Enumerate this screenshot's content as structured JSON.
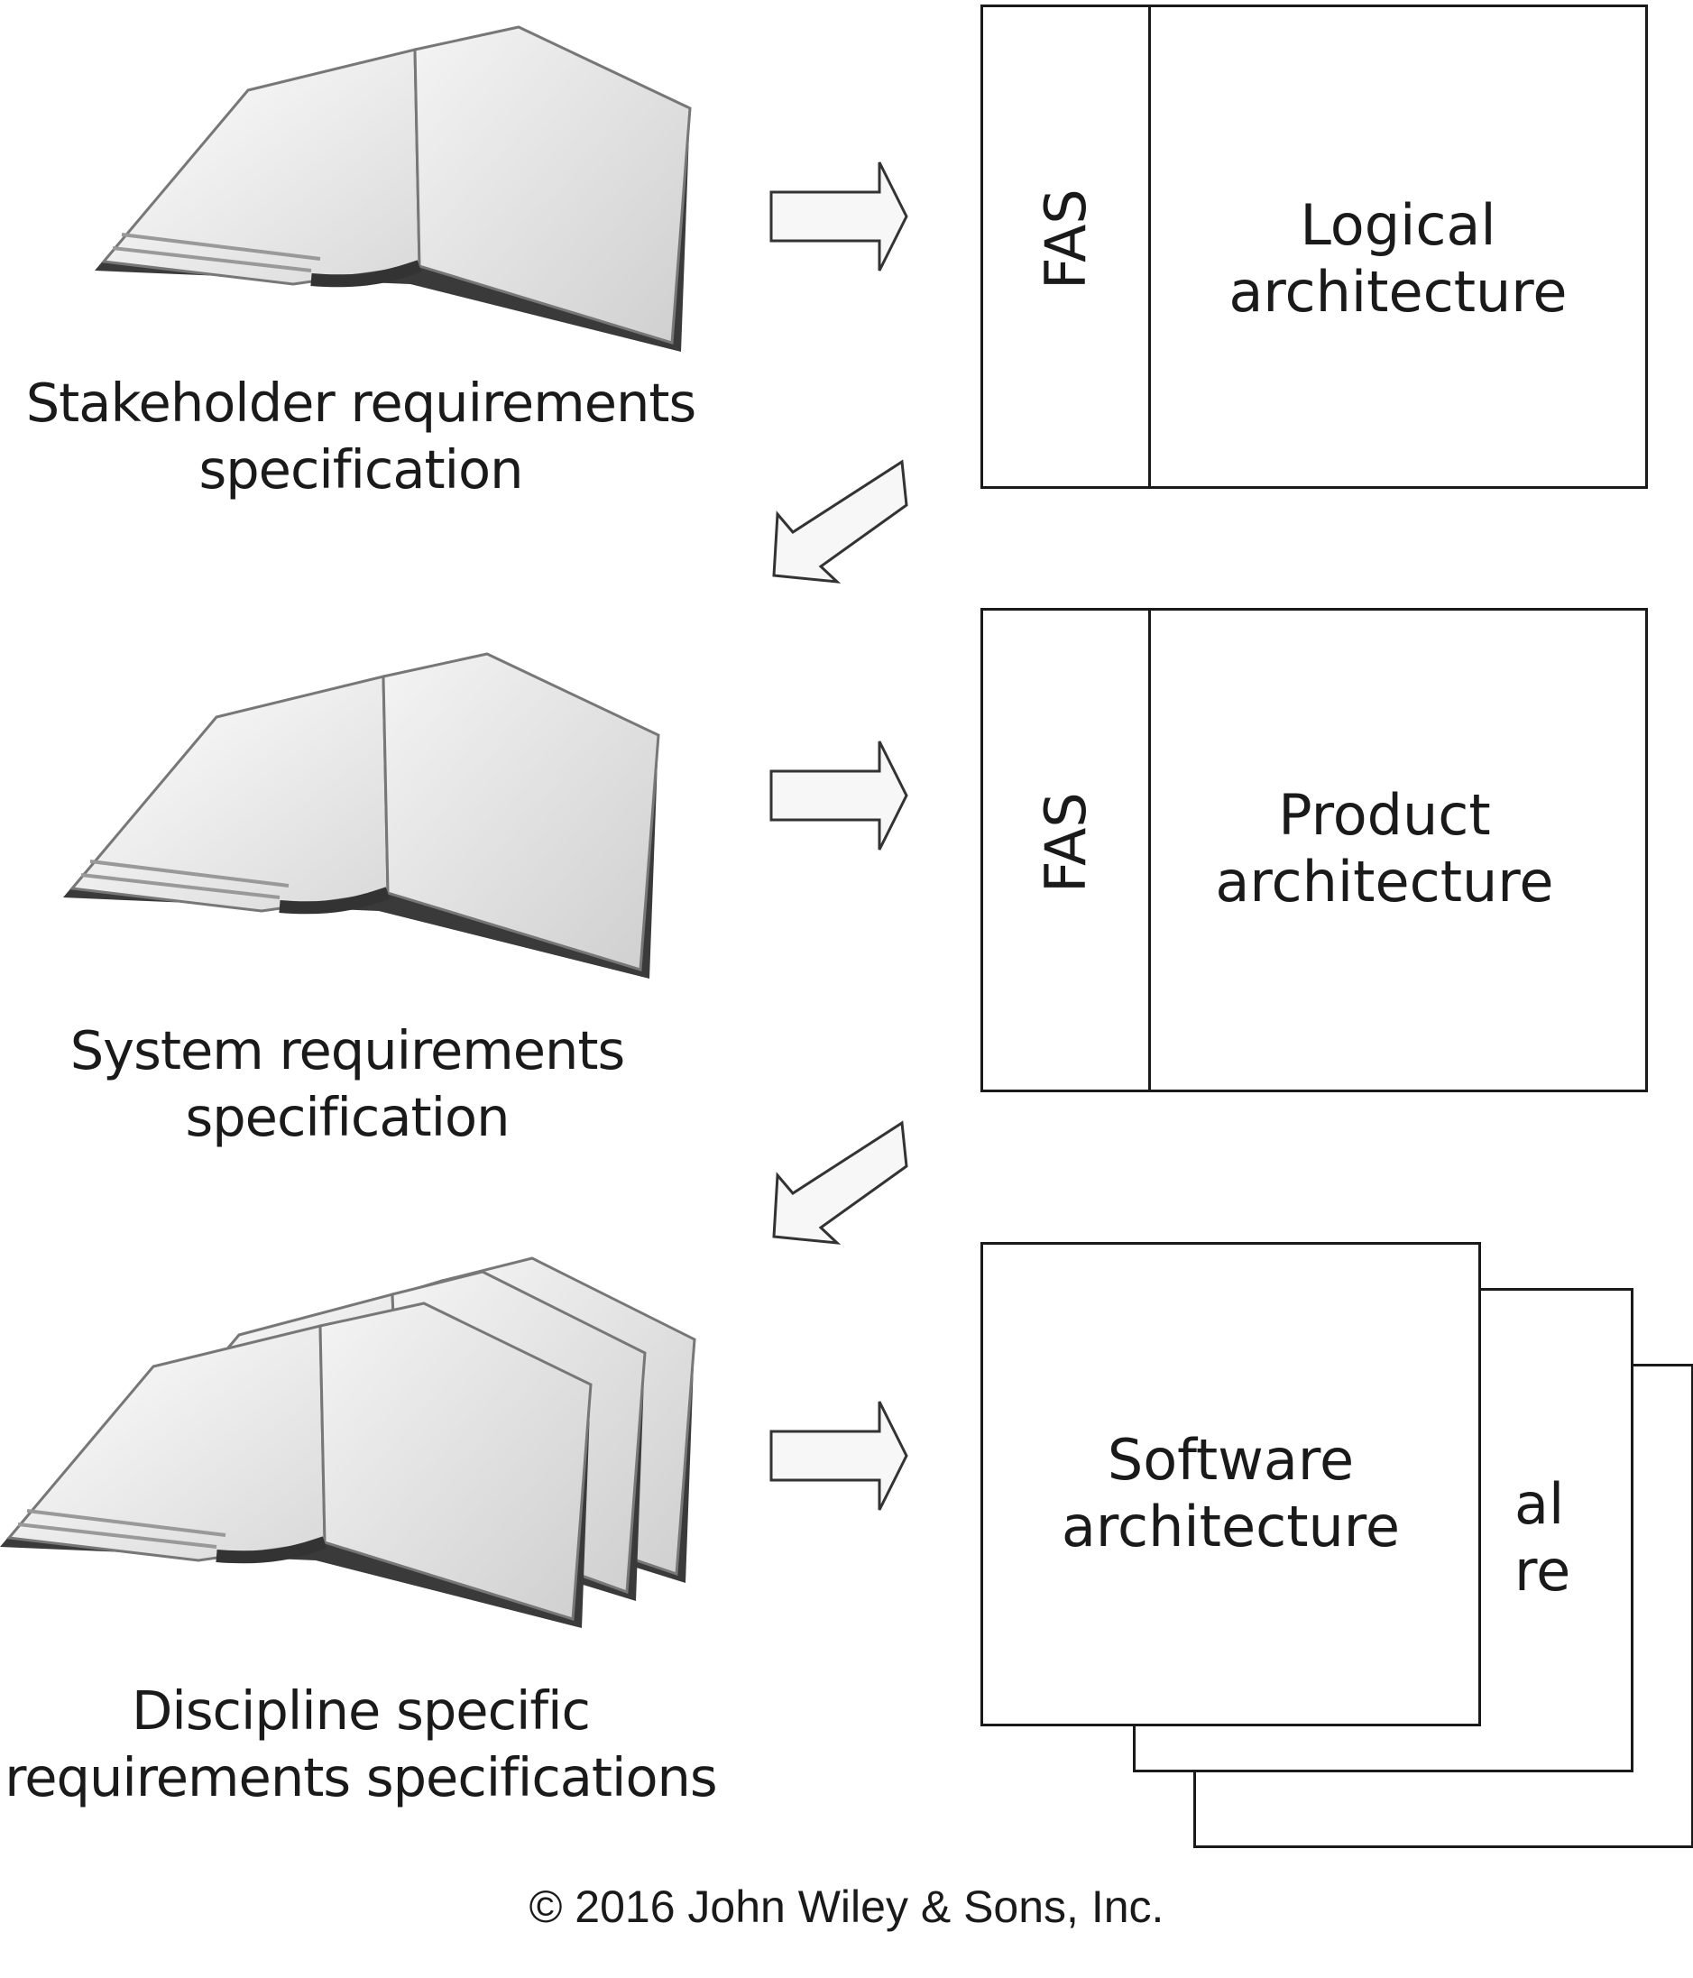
{
  "books": [
    {
      "label_line1": "Stakeholder requirements",
      "label_line2": "specification"
    },
    {
      "label_line1": "System requirements",
      "label_line2": "specification"
    },
    {
      "label_line1": "Discipline specific",
      "label_line2": "requirements specifications"
    }
  ],
  "architectures": {
    "logical": {
      "side_label": "FAS",
      "line1": "Logical",
      "line2": "architecture"
    },
    "product": {
      "side_label": "FAS",
      "line1": "Product",
      "line2": "architecture"
    },
    "discipline_stack": {
      "front": {
        "line1": "Software",
        "line2": "architecture"
      },
      "behind_fragment_line1": "al",
      "behind_fragment_line2": "re"
    }
  },
  "copyright": "© 2016 John Wiley & Sons, Inc."
}
